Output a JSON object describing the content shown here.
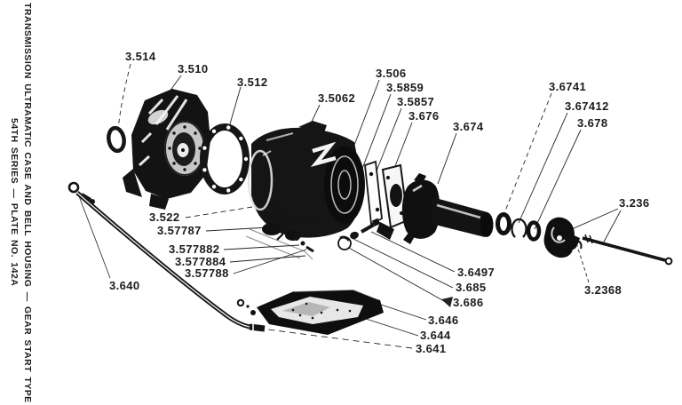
{
  "plate": {
    "side_caption": {
      "title": "TRANSMISSION ULTRAMATIC CASE AND BELL HOUSING — GEAR START TYPE",
      "subtitle": "54TH SERIES — PLATE NO. 142A"
    },
    "diagram": {
      "kind": "exploded-parts-diagram",
      "part_labels": [
        {
          "text": "3.514"
        },
        {
          "text": "3.510"
        },
        {
          "text": "3.512"
        },
        {
          "text": "3.5062"
        },
        {
          "text": "3.506"
        },
        {
          "text": "3.5859"
        },
        {
          "text": "3.5857"
        },
        {
          "text": "3.676"
        },
        {
          "text": "3.674"
        },
        {
          "text": "3.6741"
        },
        {
          "text": "3.67412"
        },
        {
          "text": "3.678"
        },
        {
          "text": "3.236"
        },
        {
          "text": "3.2368"
        },
        {
          "text": "3.522"
        },
        {
          "text": "3.57787"
        },
        {
          "text": "3.577882"
        },
        {
          "text": "3.577884"
        },
        {
          "text": "3.57788"
        },
        {
          "text": "3.640"
        },
        {
          "text": "3.6497"
        },
        {
          "text": "3.685"
        },
        {
          "text": "3.686"
        },
        {
          "text": "3.646"
        },
        {
          "text": "3.644"
        },
        {
          "text": "3.641"
        }
      ]
    },
    "colors": {
      "ink": "#161616",
      "paper": "#ffffff"
    }
  }
}
